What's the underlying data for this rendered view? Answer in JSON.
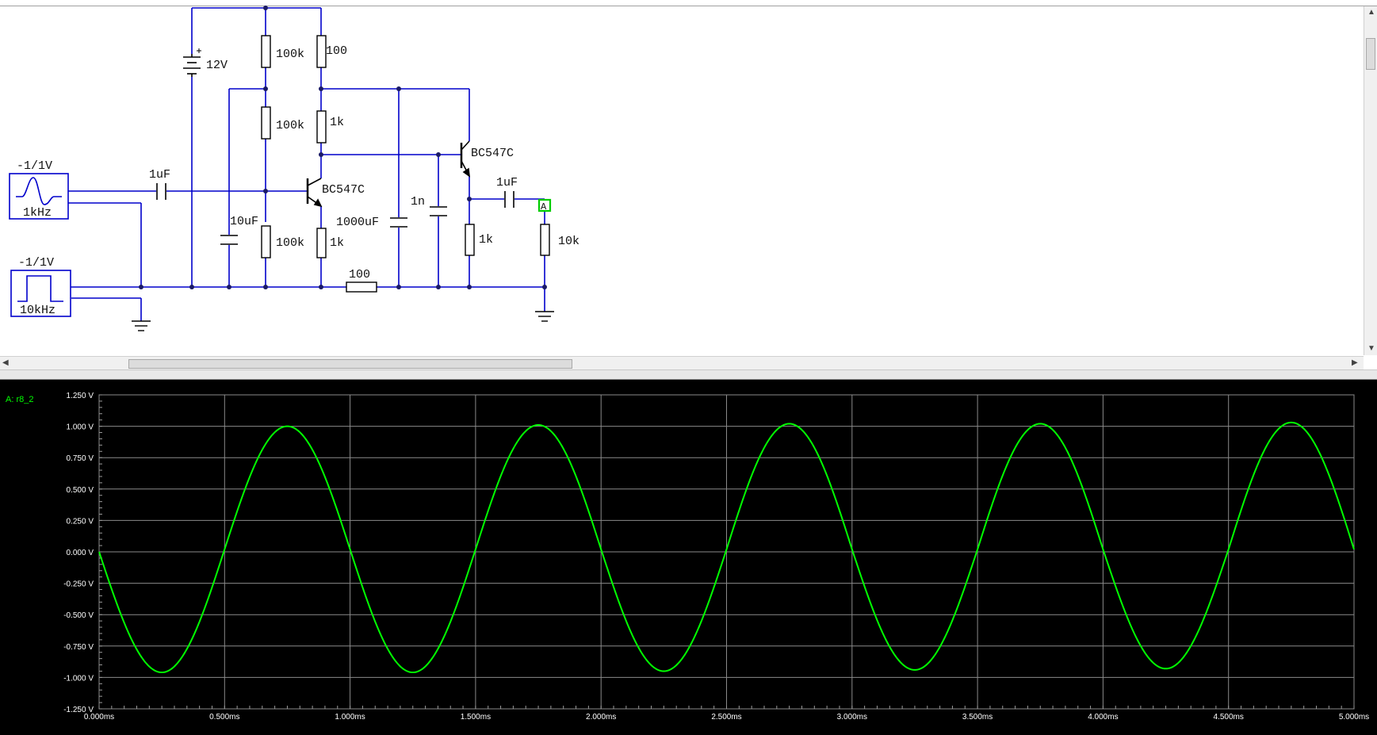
{
  "schematic": {
    "sine_source": {
      "amplitude": "-1/1V",
      "frequency": "1kHz"
    },
    "square_source": {
      "amplitude": "-1/1V",
      "frequency": "10kHz"
    },
    "battery": "12V",
    "resistors": [
      "100k",
      "100",
      "100k",
      "1k",
      "100k",
      "1k",
      "100",
      "1k",
      "10k"
    ],
    "capacitors": [
      "1uF",
      "10uF",
      "1000uF",
      "1n",
      "1uF"
    ],
    "transistors": [
      "BC547C",
      "BC547C"
    ],
    "probe": "A"
  },
  "scope": {
    "channel_label": "A: r8_2",
    "trace_color": "#00ff00",
    "y_ticks": [
      "1.250 V",
      "1.000 V",
      "0.750 V",
      "0.500 V",
      "0.250 V",
      "0.000 V",
      "-0.250 V",
      "-0.500 V",
      "-0.750 V",
      "-1.000 V",
      "-1.250 V"
    ],
    "x_ticks": [
      "0.000ms",
      "0.500ms",
      "1.000ms",
      "1.500ms",
      "2.000ms",
      "2.500ms",
      "3.000ms",
      "3.500ms",
      "4.000ms",
      "4.500ms",
      "5.000ms"
    ]
  },
  "chart_data": {
    "type": "line",
    "series": [
      {
        "name": "A: r8_2",
        "x": [
          0,
          0.25,
          0.5,
          0.75,
          1.0,
          1.25,
          1.5,
          1.75,
          2.0,
          2.25,
          2.5,
          2.75,
          3.0,
          3.25,
          3.5,
          3.75,
          4.0,
          4.25,
          4.5,
          4.75,
          5.0
        ],
        "y": [
          0,
          -0.96,
          0.02,
          1.0,
          0.02,
          -0.96,
          0.02,
          1.01,
          0.02,
          -0.95,
          0.02,
          1.02,
          0.02,
          -0.94,
          0.02,
          1.02,
          0.02,
          -0.93,
          0.02,
          1.03,
          0.02
        ]
      }
    ],
    "xlim": [
      0,
      5
    ],
    "ylim": [
      -1.25,
      1.25
    ],
    "grid": true
  }
}
